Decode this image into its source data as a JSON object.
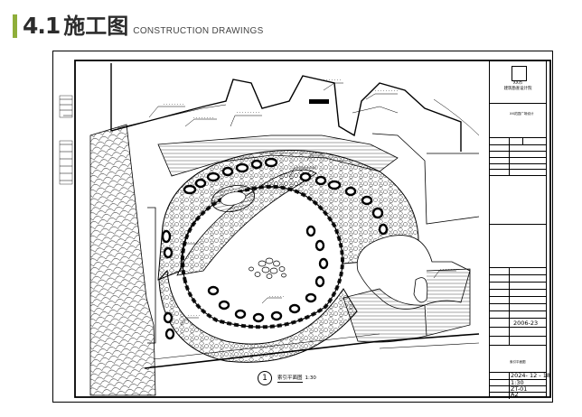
{
  "section": {
    "number": "4.1",
    "title": "施工图",
    "subtitle": "CONSTRUCTION DRAWINGS",
    "accent_color": "#8fae3a"
  },
  "drawing": {
    "caption_number": "1",
    "caption_name": "索引平面图",
    "caption_scale": "1:30"
  },
  "title_block": {
    "firm_line1": "XX市",
    "firm_line2": "建筑勘查设计院",
    "project_name": "XX花园广场设计",
    "drawing_no": "2006-23",
    "sheet_title": "索引平面图",
    "date": "2024- 12 - 18",
    "scale": "1:30",
    "sheet_id": "ZT-01",
    "paper_size": "A2"
  }
}
